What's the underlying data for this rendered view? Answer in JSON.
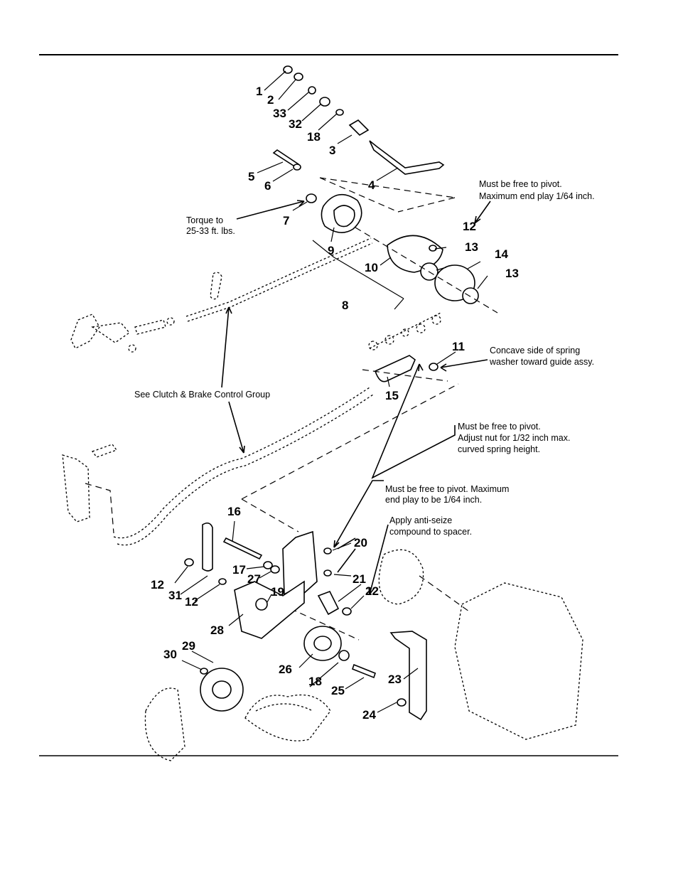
{
  "notes": {
    "torque": [
      "Torque to",
      "25-33 ft. lbs."
    ],
    "pivot_end_play": [
      "Must be free to pivot.",
      "Maximum end play 1/64 inch."
    ],
    "concave_washer": [
      "Concave side of spring",
      "washer toward guide assy."
    ],
    "see_group": "See Clutch & Brake Control Group",
    "adjust_nut": [
      "Must be free to pivot.",
      "Adjust nut for 1/32 inch max.",
      "curved spring height."
    ],
    "pivot_max": [
      "Must be free to pivot. Maximum",
      "end play to be 1/64 inch."
    ],
    "anti_seize": [
      "Apply anti-seize",
      "compound to spacer."
    ]
  },
  "callouts": [
    "1",
    "2",
    "33",
    "32",
    "18",
    "3",
    "4",
    "5",
    "6",
    "7",
    "9",
    "8",
    "10",
    "12",
    "13",
    "14",
    "13",
    "11",
    "15",
    "16",
    "20",
    "21",
    "22",
    "17",
    "27",
    "19",
    "12",
    "31",
    "12",
    "28",
    "29",
    "30",
    "26",
    "18",
    "25",
    "23",
    "24"
  ]
}
